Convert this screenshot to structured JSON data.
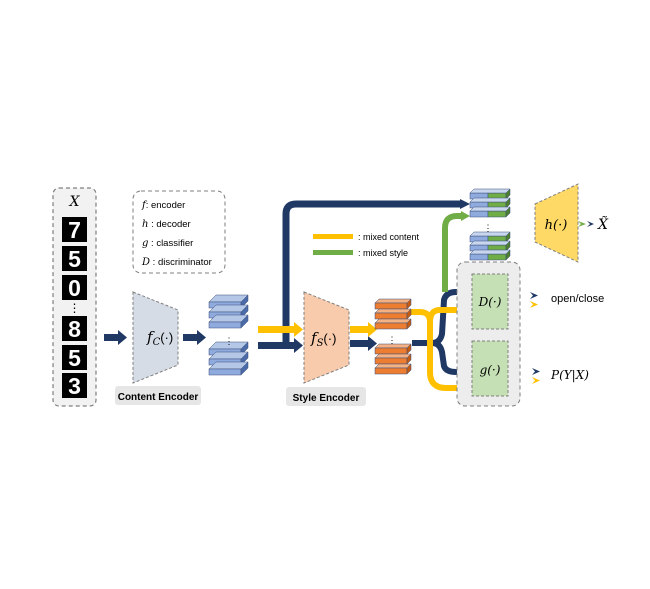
{
  "input": {
    "symbol": "X",
    "digits": [
      "7",
      "5",
      "0",
      "8",
      "5",
      "3"
    ],
    "ellipsis": "⋮"
  },
  "legend_box": {
    "items": [
      {
        "symbol": "f",
        "text": ": encoder"
      },
      {
        "symbol": "h",
        "text": " : decoder"
      },
      {
        "symbol": "g",
        "text": " : classifier"
      },
      {
        "symbol": "D",
        "text": " : discriminator"
      }
    ]
  },
  "content_encoder": {
    "func": "f",
    "sub": "C",
    "arg": "(·)",
    "label": "Content Encoder"
  },
  "style_encoder": {
    "func": "f",
    "sub": "S",
    "arg": "(·)",
    "label": "Style Encoder"
  },
  "line_legend": {
    "mixed_content": ": mixed content",
    "mixed_style": ": mixed style"
  },
  "decoder": {
    "label": "h(·)",
    "output": "X̃"
  },
  "discriminator": {
    "label": "D(·)",
    "output": "open/close"
  },
  "classifier": {
    "label": "g(·)",
    "output": "P(Y|X)"
  },
  "colors": {
    "navy": "#1f3864",
    "yellow": "#ffc000",
    "green": "#70ad47",
    "blue_layer": "#8faadc",
    "orange_layer": "#ed7d31",
    "content_trap": "#d6dce5",
    "style_trap": "#f8cbad",
    "decoder_fill": "#ffd966",
    "head_fill": "#c5e0b4",
    "label_box": "#e7e6e6"
  }
}
